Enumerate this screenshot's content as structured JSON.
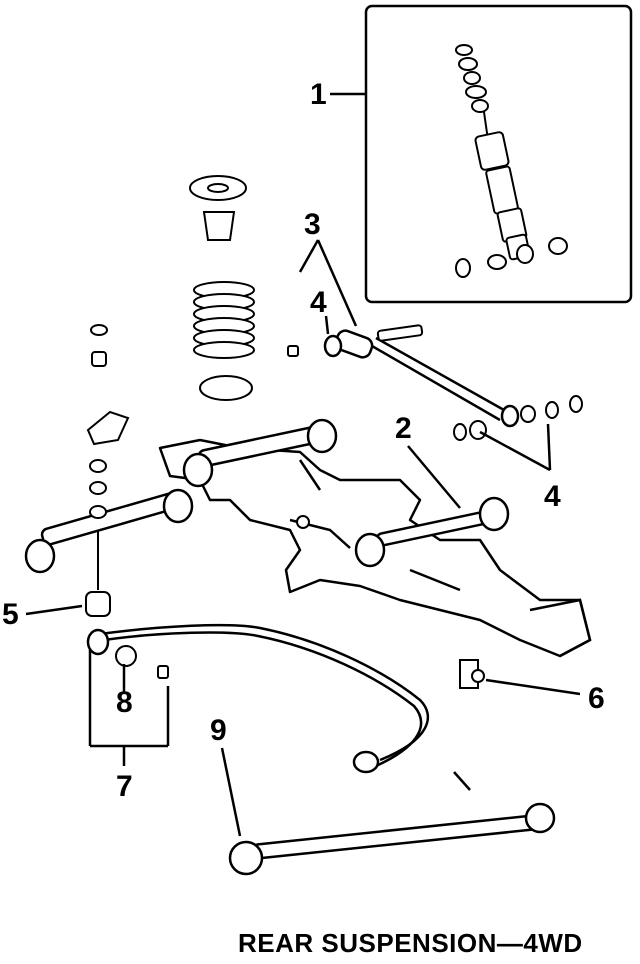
{
  "diagram": {
    "caption": "REAR SUSPENSION—4WD",
    "callouts": {
      "c1": "1",
      "c2": "2",
      "c3": "3",
      "c4a": "4",
      "c4b": "4",
      "c5": "5",
      "c6": "6",
      "c7": "7",
      "c8": "8",
      "c9": "9"
    }
  }
}
